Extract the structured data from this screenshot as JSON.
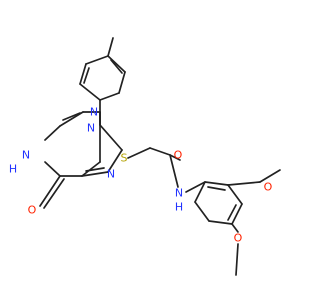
{
  "molecule": {
    "atom_labels": {
      "n_imine": "N",
      "n_amide_h": "N",
      "h_amide": "H",
      "n9": "N",
      "n7": "N",
      "s_thio": "S",
      "o_ketone": "O",
      "o_acetamide": "O",
      "nh_amide": "N",
      "h_anilide": "H",
      "o_meo_upper": "O",
      "o_meo_lower": "O"
    },
    "colors": {
      "carbon_bond": "#222222",
      "nitrogen": "#2233ff",
      "oxygen": "#ff2200",
      "sulfur": "#b3a100"
    }
  }
}
